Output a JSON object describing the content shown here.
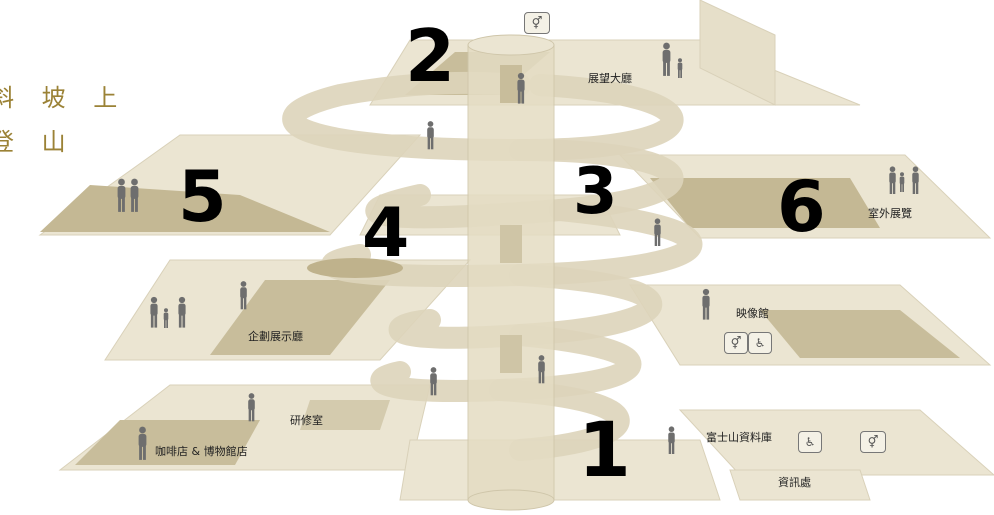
{
  "floors": {
    "f1": {
      "number": "1"
    },
    "f2": {
      "number": "2"
    },
    "f3": {
      "number": "3"
    },
    "f4": {
      "number": "4"
    },
    "f5": {
      "number": "5"
    },
    "f6": {
      "number": "6"
    }
  },
  "rooms": {
    "observation_hall": "展望大廳",
    "outdoor_exhibit": "室外展覽",
    "video_hall": "映像館",
    "special_exhibit": "企劃展示廳",
    "study_room": "研修室",
    "cafe_shop": "咖啡店 & 博物館店",
    "fuji_library": "富士山資料庫",
    "info_desk": "資訊處"
  },
  "side_text": {
    "line1": "斜 坡 上",
    "line2": "登 山"
  },
  "icons": {
    "restroom": "restroom-icon",
    "wheelchair": "wheelchair-icon",
    "person": "person-icon"
  },
  "colors": {
    "floor_fill": "#ebe5d2",
    "floor_edge": "#d9d1b9",
    "area_dark": "#c2b693",
    "ramp": "#ddd4ba",
    "column": "#e4dcc3",
    "person": "#6e6e6e",
    "gold_text": "#9b8236"
  }
}
